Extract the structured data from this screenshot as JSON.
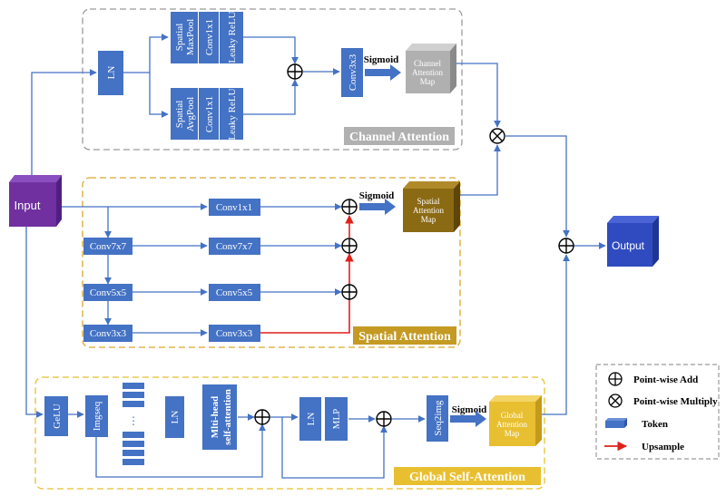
{
  "sections": {
    "channel": "Channel Attention",
    "spatial": "Spatial Attention",
    "global": "Global  Self-Attention"
  },
  "nodes": {
    "input": "Input",
    "output": "Output",
    "ln_channel": "LN",
    "spatial_maxpool_1": "Spatial",
    "spatial_maxpool_2": "MaxPool",
    "conv1x1_top": "Conv1x1",
    "leaky_relu_top": "Leaky ReLU",
    "spatial_avgpool_1": "Spatial",
    "spatial_avgpool_2": "AvgPool",
    "conv1x1_bottom": "Conv1x1",
    "leaky_relu_bottom": "Leaky ReLU",
    "conv3x3_channel": "Conv3x3",
    "sigmoid_channel": "Sigmoid",
    "channel_map_1": "Channel",
    "channel_map_2": "Attention",
    "channel_map_3": "Map",
    "sa_conv1x1": "Conv1x1",
    "sa_conv7x7_a": "Conv7x7",
    "sa_conv7x7_b": "Conv7x7",
    "sa_conv5x5_a": "Conv5x5",
    "sa_conv5x5_b": "Conv5x5",
    "sa_conv3x3_a": "Conv3x3",
    "sa_conv3x3_b": "Conv3x3",
    "sigmoid_spatial": "Sigmoid",
    "spatial_map_1": "Spatial",
    "spatial_map_2": "Attention",
    "spatial_map_3": "Map",
    "gelu": "GeLU",
    "imgseq": "Imgseq",
    "ln_global_1": "LN",
    "mhsa_1": "Mlti-head",
    "mhsa_2": "self-attention",
    "ln_global_2": "LN",
    "mlp": "MLP",
    "seq2img": "Seq2img",
    "sigmoid_global": "Sigmoid",
    "global_map_1": "Global",
    "global_map_2": "Attention",
    "global_map_3": "Map"
  },
  "legend": {
    "add": "Point-wise Add",
    "multiply": "Point-wise Multiply",
    "token": "Token",
    "upsample": "Upsample"
  },
  "colors": {
    "block": "#4472c4",
    "input": "#7030a0",
    "output": "#2f4bbf",
    "channel_map": "#b0b0b0",
    "spatial_map": "#8b6a14",
    "global_map": "#e8bf30",
    "upsample": "#e0201a"
  }
}
